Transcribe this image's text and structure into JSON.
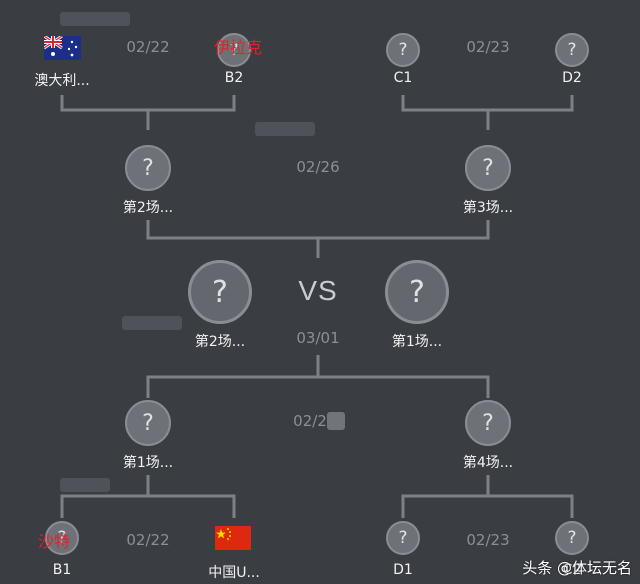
{
  "top": {
    "left_group": {
      "date": "02/22",
      "team1": {
        "label": "澳大利...",
        "flag": "australia-flag-icon"
      },
      "team2": {
        "label": "B2",
        "annotation": "伊拉克",
        "icon": "question-mark-icon"
      }
    },
    "right_group": {
      "date": "02/23",
      "team1": {
        "label": "C1",
        "icon": "question-mark-icon"
      },
      "team2": {
        "label": "D2",
        "icon": "question-mark-icon"
      }
    },
    "semi": {
      "date": "02/26",
      "left_label": "第2场...",
      "right_label": "第3场..."
    }
  },
  "final": {
    "vs": "VS",
    "date": "03/01",
    "left_label": "第2场...",
    "right_label": "第1场..."
  },
  "bottom": {
    "semi": {
      "date": "02/2",
      "left_label": "第1场...",
      "right_label": "第4场..."
    },
    "left_group": {
      "date": "02/22",
      "team1": {
        "label": "B1",
        "annotation": "沙特",
        "icon": "question-mark-icon"
      },
      "team2": {
        "label": "中国U...",
        "flag": "china-flag-icon"
      }
    },
    "right_group": {
      "date": "02/23",
      "team1": {
        "label": "D1",
        "icon": "question-mark-icon"
      },
      "team2": {
        "label": "C2",
        "icon": "question-mark-icon"
      }
    }
  },
  "placeholder_glyph": "?",
  "watermark": "头条 @体坛无名",
  "colors": {
    "background": "#3a3d42",
    "line": "#7d8187",
    "annotation_red": "#e0232b",
    "date_gray": "#8c9096"
  }
}
